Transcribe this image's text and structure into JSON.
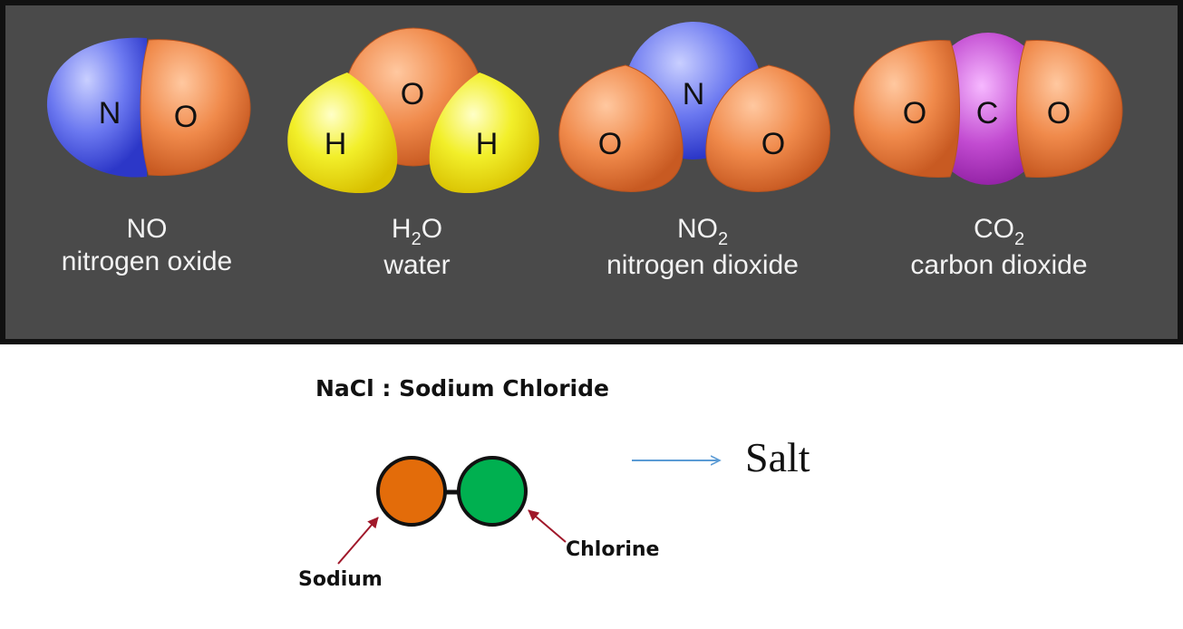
{
  "molecules": [
    {
      "formula": "NO",
      "formula_base": "NO",
      "formula_sub": "",
      "name": "nitrogen oxide",
      "atoms": [
        "N",
        "O"
      ]
    },
    {
      "formula": "H2O",
      "formula_base": "H",
      "formula_sub": "2",
      "formula_rest": "O",
      "name": "water",
      "atoms": [
        "O",
        "H",
        "H"
      ]
    },
    {
      "formula": "NO2",
      "formula_base": "NO",
      "formula_sub": "2",
      "name": "nitrogen dioxide",
      "atoms": [
        "N",
        "O",
        "O"
      ]
    },
    {
      "formula": "CO2",
      "formula_base": "CO",
      "formula_sub": "2",
      "name": "carbon dioxide",
      "atoms": [
        "O",
        "C",
        "O"
      ]
    }
  ],
  "nacl": {
    "title": "NaCl : Sodium Chloride",
    "result": "Salt",
    "sodium_label": "Sodium",
    "chlorine_label": "Chlorine"
  },
  "colors": {
    "panel_bg": "#4a4a4a",
    "panel_border": "#111111",
    "oxygen": "#f08a4b",
    "nitrogen": "#6b78f0",
    "hydrogen": "#f2ef2a",
    "carbon": "#c24bd1",
    "sodium": "#e36c0a",
    "chlorine": "#00b050",
    "arrow_blue": "#5b9bd5",
    "arrow_red": "#a0182a"
  }
}
